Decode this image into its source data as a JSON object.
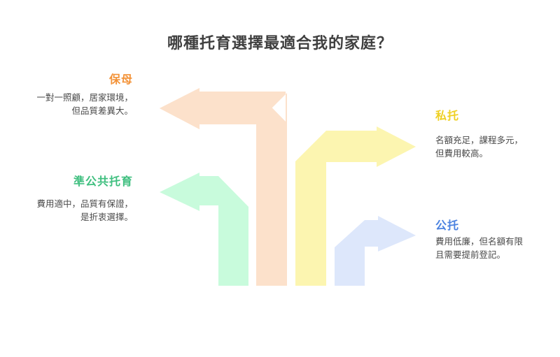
{
  "page": {
    "title": "哪種托育選擇最適合我的家庭？",
    "background_color": "#FFFFFF"
  },
  "diagram": {
    "type": "four-option-comparison-arrows",
    "options": [
      {
        "id": "nanny",
        "label": "保母",
        "label_color": "#F39237",
        "arrow_color": "#FCE1CB",
        "description": "一對一照顧，居家環境，\n但品質差異大。",
        "arrow_direction": "left",
        "side": "left"
      },
      {
        "id": "quasi-public",
        "label": "準公共托育",
        "label_color": "#3FBF7F",
        "arrow_color": "#C8FBDC",
        "description": "費用適中，品質有保證，\n是折衷選擇。",
        "arrow_direction": "left",
        "side": "left"
      },
      {
        "id": "private",
        "label": "私托",
        "label_color": "#EFD023",
        "arrow_color": "#FCF5B0",
        "description": "名額充足，課程多元，\n但費用較高。",
        "arrow_direction": "right",
        "side": "right"
      },
      {
        "id": "public",
        "label": "公托",
        "label_color": "#4B82E0",
        "arrow_color": "#DDE7FB",
        "description": "費用低廉，但名額有限\n且需要提前登記。",
        "arrow_direction": "right",
        "side": "right"
      }
    ]
  }
}
